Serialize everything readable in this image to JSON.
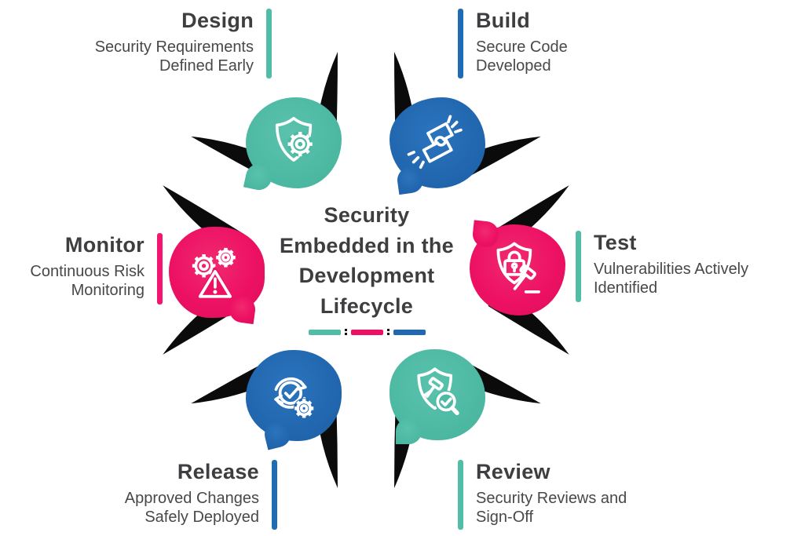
{
  "center": {
    "title_lines": [
      "Security",
      "Embedded in the",
      "Development",
      "Lifecycle"
    ],
    "dash_colors": [
      "#52BDA7",
      "#ED1164",
      "#2268B0"
    ]
  },
  "palette": {
    "teal": "#52BDA7",
    "blue": "#2268B0",
    "pink": "#ED1164",
    "heading_text": "#3E3E40",
    "body_text": "#48484A",
    "spike_black": "#0B0B0B",
    "background": "#FFFFFF"
  },
  "stages": [
    {
      "id": "design",
      "title": "Design",
      "desc_lines": [
        "Security Requirements",
        "Defined Early"
      ],
      "bar_color": "#52BDA7",
      "blob_color": "#52BDA7",
      "icon": "shield-gear"
    },
    {
      "id": "build",
      "title": "Build",
      "desc_lines": [
        "Secure Code",
        "Developed"
      ],
      "bar_color": "#1F6CB6",
      "blob_color": "#2268B0",
      "icon": "puzzle-pieces"
    },
    {
      "id": "test",
      "title": "Test",
      "desc_lines": [
        "Vulnerabilities Actively",
        "Identified"
      ],
      "bar_color": "#52BDA7",
      "blob_color": "#ED1164",
      "icon": "shield-lock-gavel"
    },
    {
      "id": "review",
      "title": "Review",
      "desc_lines": [
        "Security Reviews and",
        "Sign-Off"
      ],
      "bar_color": "#52BDA7",
      "blob_color": "#52BDA7",
      "icon": "shield-gavel-magnifier"
    },
    {
      "id": "release",
      "title": "Release",
      "desc_lines": [
        "Approved Changes",
        "Safely Deployed"
      ],
      "bar_color": "#1F6CB6",
      "blob_color": "#2268B0",
      "icon": "refresh-check-gear"
    },
    {
      "id": "monitor",
      "title": "Monitor",
      "desc_lines": [
        "Continuous Risk",
        "Monitoring"
      ],
      "bar_color": "#F5146E",
      "blob_color": "#ED1164",
      "icon": "gears-warning"
    }
  ]
}
